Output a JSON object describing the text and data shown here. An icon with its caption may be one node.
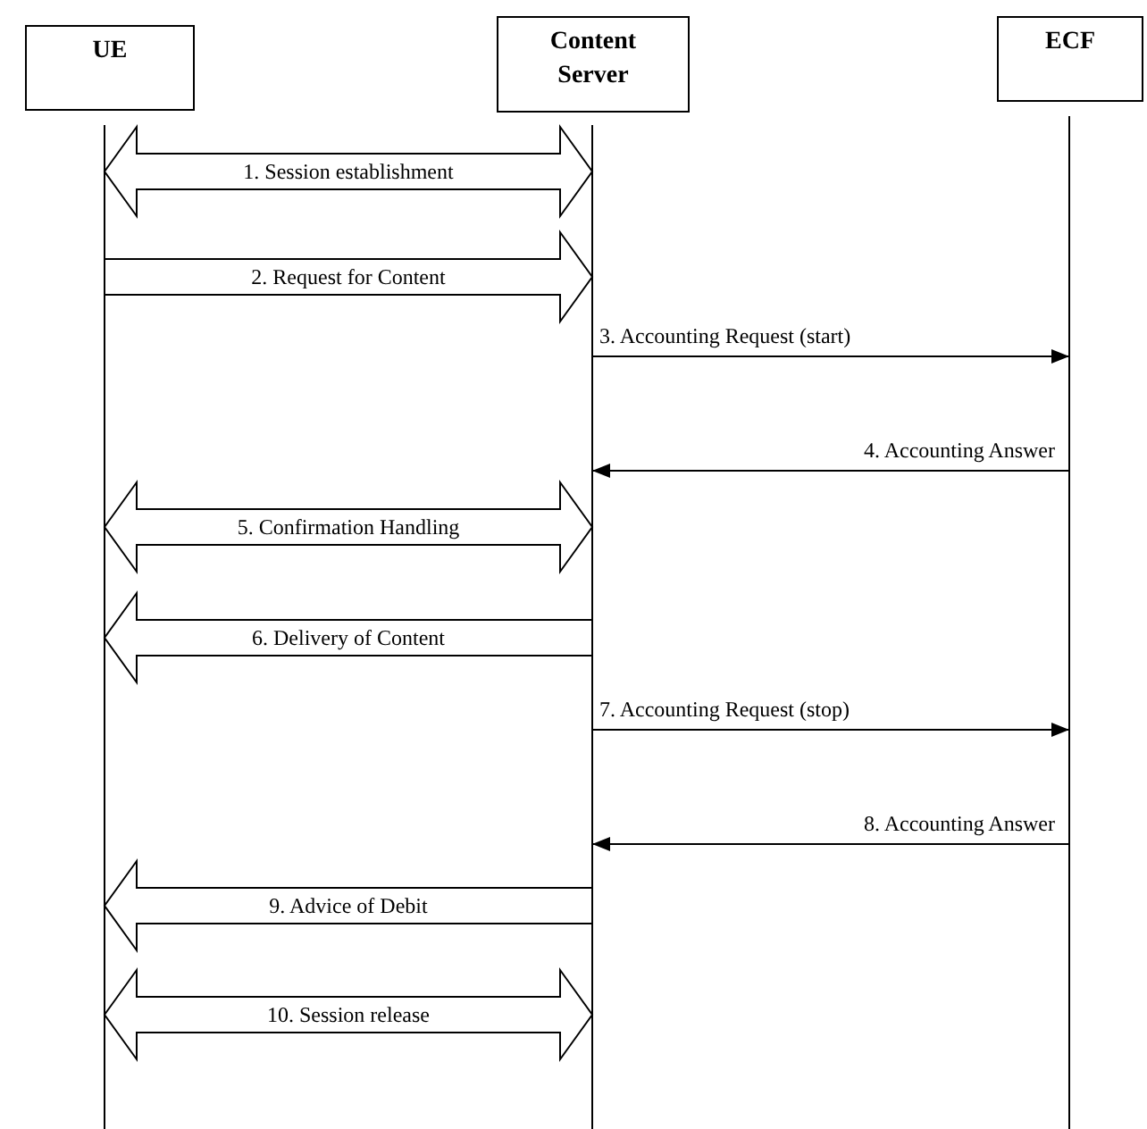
{
  "diagram": {
    "nodes": [
      {
        "text": [
          "UE"
        ]
      },
      {
        "text": [
          "Content Server"
        ]
      },
      {
        "text": [
          "ECF"
        ]
      },
      {
        "text": [],
        "shape": "bar"
      },
      {
        "text": [],
        "shape": "bar"
      },
      {
        "text": [],
        "shape": "bar"
      }
    ],
    "edges": [
      {
        "from": 3,
        "to": 4,
        "arrow": "both",
        "label": "1. Session establishment",
        "style": "thick"
      },
      {
        "from": 3,
        "to": 4,
        "arrow": "to",
        "label": "2. Request for Content",
        "style": "thick"
      },
      {
        "from": 4,
        "to": 5,
        "arrow": "to",
        "label": "3. Accounting Request (start)"
      },
      {
        "from": 5,
        "to": 4,
        "arrow": "to",
        "label": "4. Accounting Answer"
      },
      {
        "from": 3,
        "to": 4,
        "arrow": "both",
        "label": "5. Confirmation Handling",
        "style": "thick"
      },
      {
        "from": 4,
        "to": 3,
        "arrow": "to",
        "label": "6. Delivery of Content",
        "style": "thick"
      },
      {
        "from": 4,
        "to": 5,
        "arrow": "to",
        "label": "7. Accounting Request (stop)"
      },
      {
        "from": 5,
        "to": 4,
        "arrow": "to",
        "label": "8. Accounting Answer"
      },
      {
        "from": 4,
        "to": 3,
        "arrow": "to",
        "label": "9. Advice of Debit",
        "style": "thick"
      },
      {
        "from": 3,
        "to": 4,
        "arrow": "both",
        "label": "10. Session release",
        "style": "thick"
      }
    ]
  }
}
